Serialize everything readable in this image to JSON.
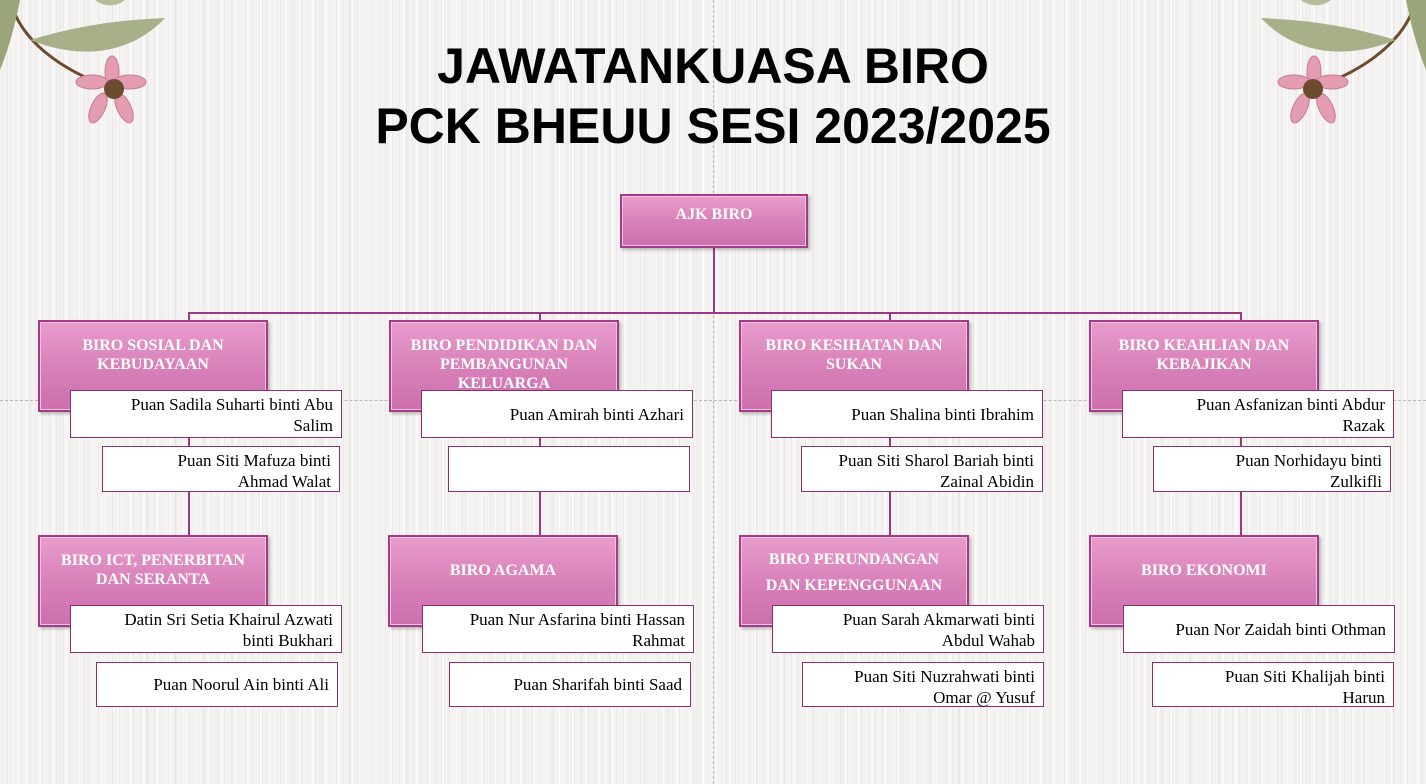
{
  "title": {
    "line1": "JAWATANKUASA BIRO",
    "line2": "PCK BHEUU SESI 2023/2025"
  },
  "root": {
    "label": "AJK BIRO"
  },
  "biro": [
    {
      "id": "sosial",
      "line1": "BIRO SOSIAL DAN",
      "line2": "KEBUDAYAAN",
      "members": [
        [
          "Puan Sadila Suharti binti Abu",
          "Salim"
        ],
        [
          "Puan Siti Mafuza binti",
          "Ahmad Walat"
        ]
      ]
    },
    {
      "id": "pendidikan",
      "line1": "BIRO PENDIDIKAN DAN",
      "line2": "PEMBANGUNAN KELUARGA",
      "members": [
        [
          "Puan Amirah binti Azhari",
          ""
        ],
        [
          "",
          ""
        ]
      ]
    },
    {
      "id": "kesihatan",
      "line1": "BIRO KESIHATAN DAN",
      "line2": "SUKAN",
      "members": [
        [
          "Puan Shalina binti Ibrahim",
          ""
        ],
        [
          "Puan Siti Sharol Bariah binti",
          "Zainal Abidin"
        ]
      ]
    },
    {
      "id": "keahlian",
      "line1": "BIRO KEAHLIAN DAN",
      "line2": "KEBAJIKAN",
      "members": [
        [
          "Puan Asfanizan binti Abdur",
          "Razak"
        ],
        [
          "Puan Norhidayu binti",
          "Zulkifli"
        ]
      ]
    },
    {
      "id": "ict",
      "line1": "BIRO ICT, PENERBITAN",
      "line2": "DAN SERANTA",
      "members": [
        [
          "Datin Sri Setia Khairul Azwati",
          "binti Bukhari"
        ],
        [
          "Puan Noorul Ain binti Ali",
          ""
        ]
      ]
    },
    {
      "id": "agama",
      "line1": "BIRO AGAMA",
      "line2": "",
      "members": [
        [
          "Puan Nur Asfarina binti Hassan",
          "Rahmat"
        ],
        [
          "Puan Sharifah binti Saad",
          ""
        ]
      ]
    },
    {
      "id": "perundangan",
      "line1": "BIRO PERUNDANGAN",
      "line2": "DAN KEPENGGUNAAN",
      "members": [
        [
          "Puan Sarah Akmarwati binti",
          "Abdul Wahab"
        ],
        [
          "Puan Siti Nuzrahwati binti",
          "Omar @ Yusuf"
        ]
      ]
    },
    {
      "id": "ekonomi",
      "line1": "BIRO EKONOMI",
      "line2": "",
      "members": [
        [
          "Puan Nor Zaidah binti  Othman",
          ""
        ],
        [
          "Puan  Siti Khalijah binti",
          "Harun"
        ]
      ]
    }
  ]
}
